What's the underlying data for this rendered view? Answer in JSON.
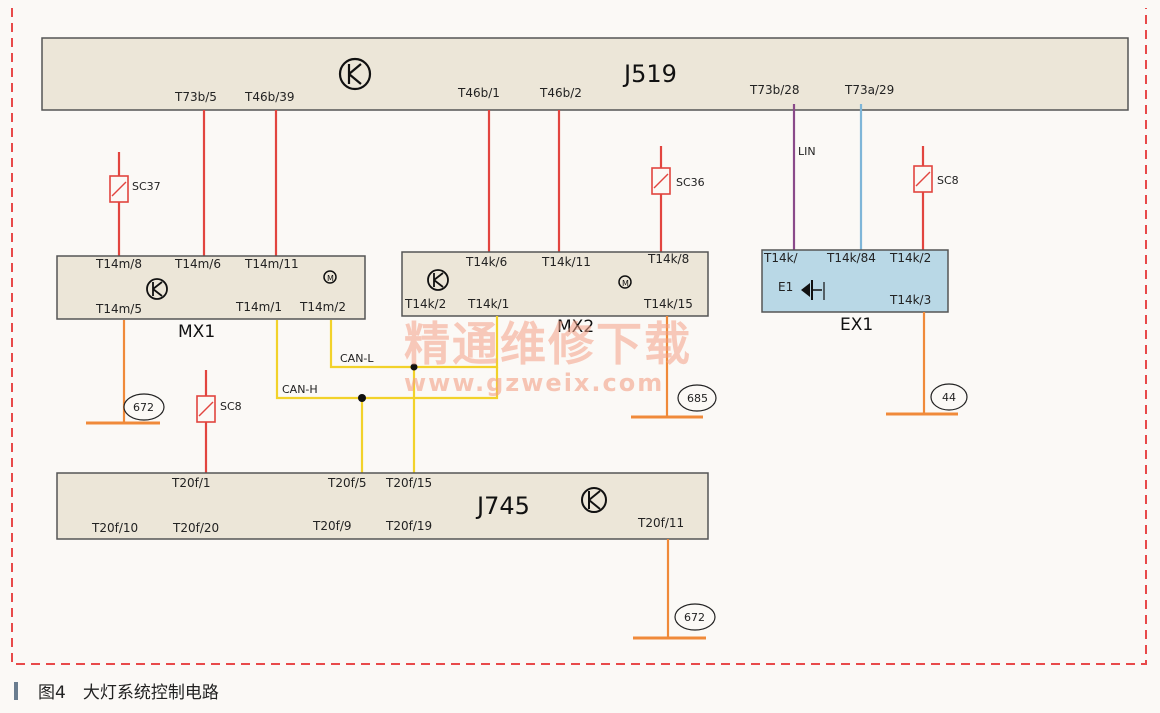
{
  "modules": {
    "j519": {
      "name": "J519",
      "pins_top": [
        "T73b/5",
        "T46b/39",
        "T46b/1",
        "T46b/2",
        "T73b/28",
        "T73a/29"
      ]
    },
    "mx1": {
      "name": "MX1",
      "pins_top": [
        "T14m/8",
        "T14m/6",
        "T14m/11"
      ],
      "pins_bottom": [
        "T14m/5",
        "T14m/1",
        "T14m/2"
      ]
    },
    "mx2": {
      "name": "MX2",
      "pins_top": [
        "T14k/6",
        "T14k/11",
        "T14k/8"
      ],
      "pins_bottom": [
        "T14k/2",
        "T14k/1",
        "T14k/15"
      ]
    },
    "ex1": {
      "name": "EX1",
      "pins_top": [
        "T14k/",
        "T14k/84",
        "T14k/2"
      ],
      "pins_bottom": [
        "T14k/3"
      ],
      "inner": "E1"
    },
    "j745": {
      "name": "J745",
      "pins_top": [
        "T20f/1",
        "T20f/5",
        "T20f/15"
      ],
      "pins_bottom": [
        "T20f/10",
        "T20f/20",
        "T20f/9",
        "T20f/19",
        "T20f/11"
      ]
    }
  },
  "fuses": {
    "sc37": "SC37",
    "sc36": "SC36",
    "sc8a": "SC8",
    "sc8b": "SC8"
  },
  "wires": {
    "can_l": "CAN-L",
    "can_h": "CAN-H",
    "lin": "LIN"
  },
  "grounds": {
    "g1": "672",
    "g2": "685",
    "g3": "44",
    "g4": "672"
  },
  "watermark": {
    "cn": "精通维修下载",
    "url": "www.gzweix.com"
  },
  "caption": "图4　大灯系统控制电路",
  "colors": {
    "border": "#e84a4a",
    "red": "#e2453f",
    "yellow": "#f2d22a",
    "purple": "#8a4a8a",
    "blue": "#7fb6d8",
    "orange": "#f08a3a",
    "box": "#ece6d8",
    "ex_box": "#b9d8e6"
  }
}
